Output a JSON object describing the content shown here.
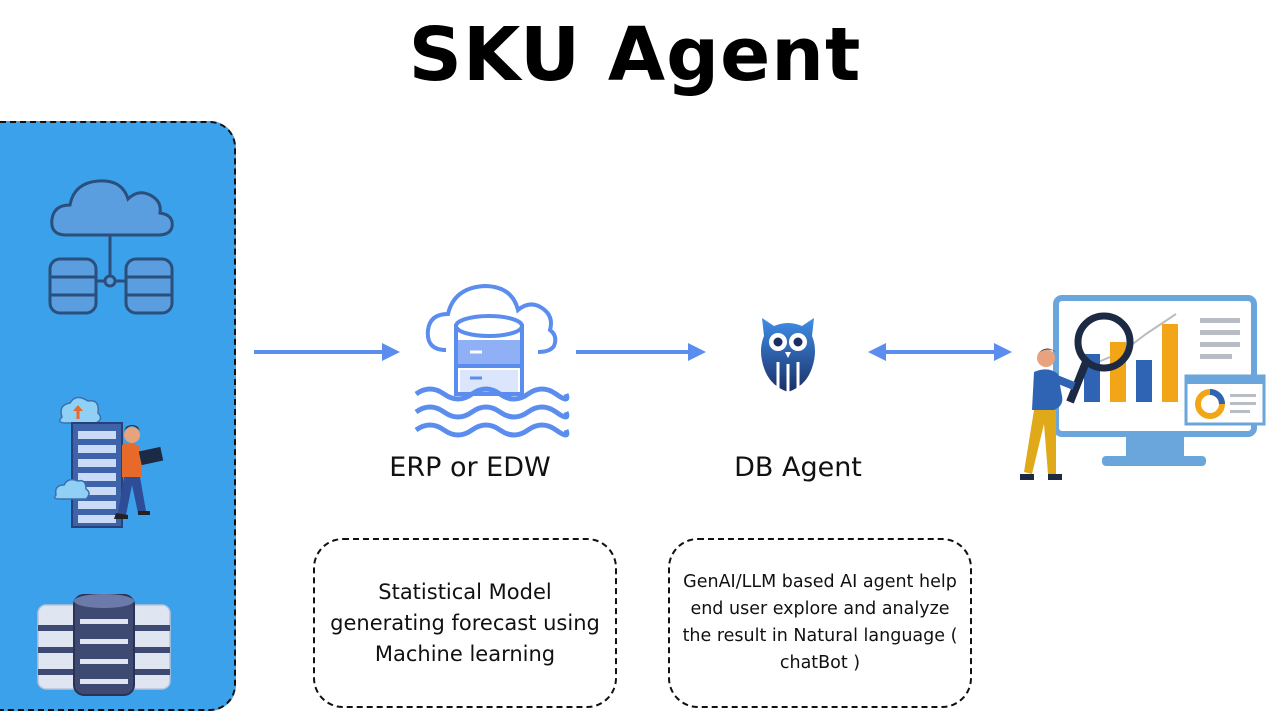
{
  "title": "SKU Agent",
  "nodes": {
    "erp": {
      "label": "ERP or EDW"
    },
    "agent": {
      "label": "DB Agent"
    }
  },
  "descriptions": {
    "erp": "Statistical Model generating forecast using Machine learning",
    "agent": "GenAI/LLM based AI agent help end user explore and analyze the result in Natural language ( chatBot )"
  },
  "colors": {
    "panel": "#3aa1ea",
    "arrow": "#5b8def",
    "icon_blue": "#5b8def",
    "chart_orange": "#f2a516"
  },
  "icons": [
    "cloud-database-icon",
    "server-rack-person-icon",
    "database-stack-icon",
    "data-lake-icon",
    "owl-logo-icon",
    "analytics-dashboard-person-icon"
  ]
}
